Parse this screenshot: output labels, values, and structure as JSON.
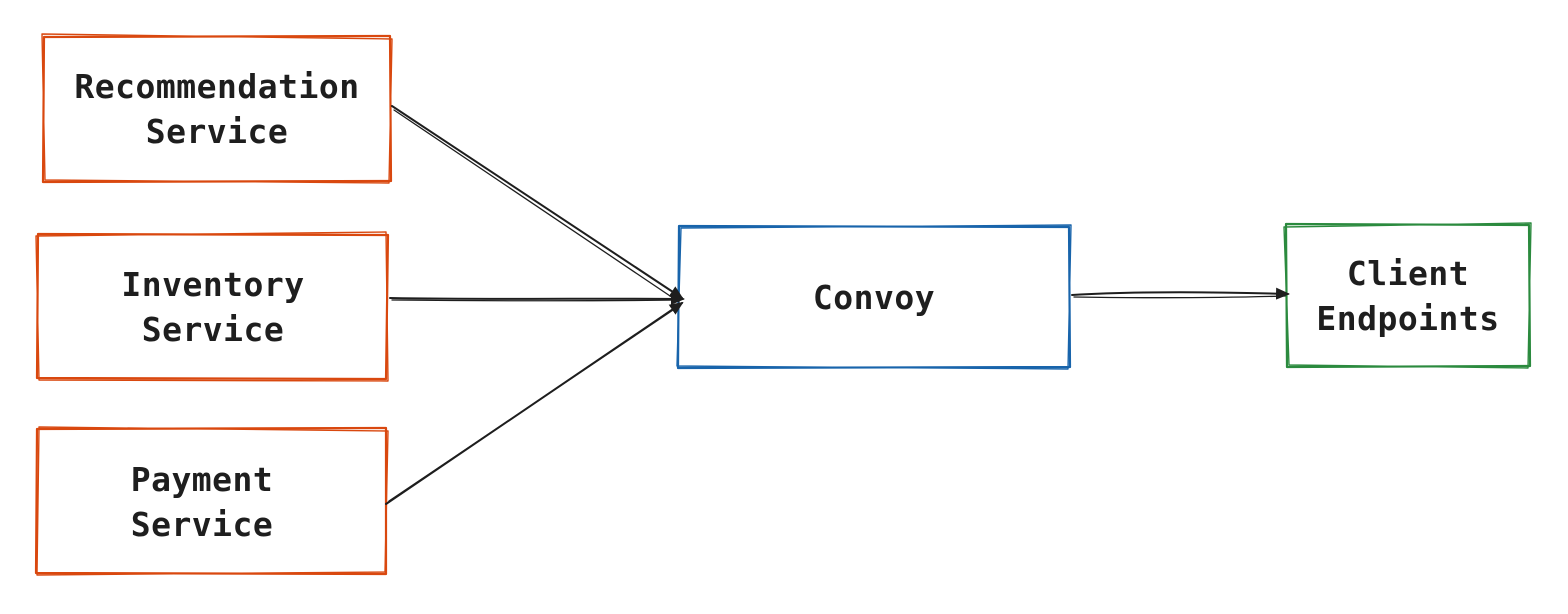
{
  "colors": {
    "service": "#d9480f",
    "convoy": "#1864ab",
    "client": "#2b8a3e",
    "arrow": "#1e1e1e",
    "text": "#1e1e1e"
  },
  "nodes": {
    "recommendation": {
      "line1": "Recommendation",
      "line2": "Service"
    },
    "inventory": {
      "line1": "Inventory",
      "line2": "Service"
    },
    "payment": {
      "line1": "Payment",
      "line2": "Service"
    },
    "convoy": {
      "line1": "Convoy"
    },
    "client": {
      "line1": "Client",
      "line2": "Endpoints"
    }
  }
}
